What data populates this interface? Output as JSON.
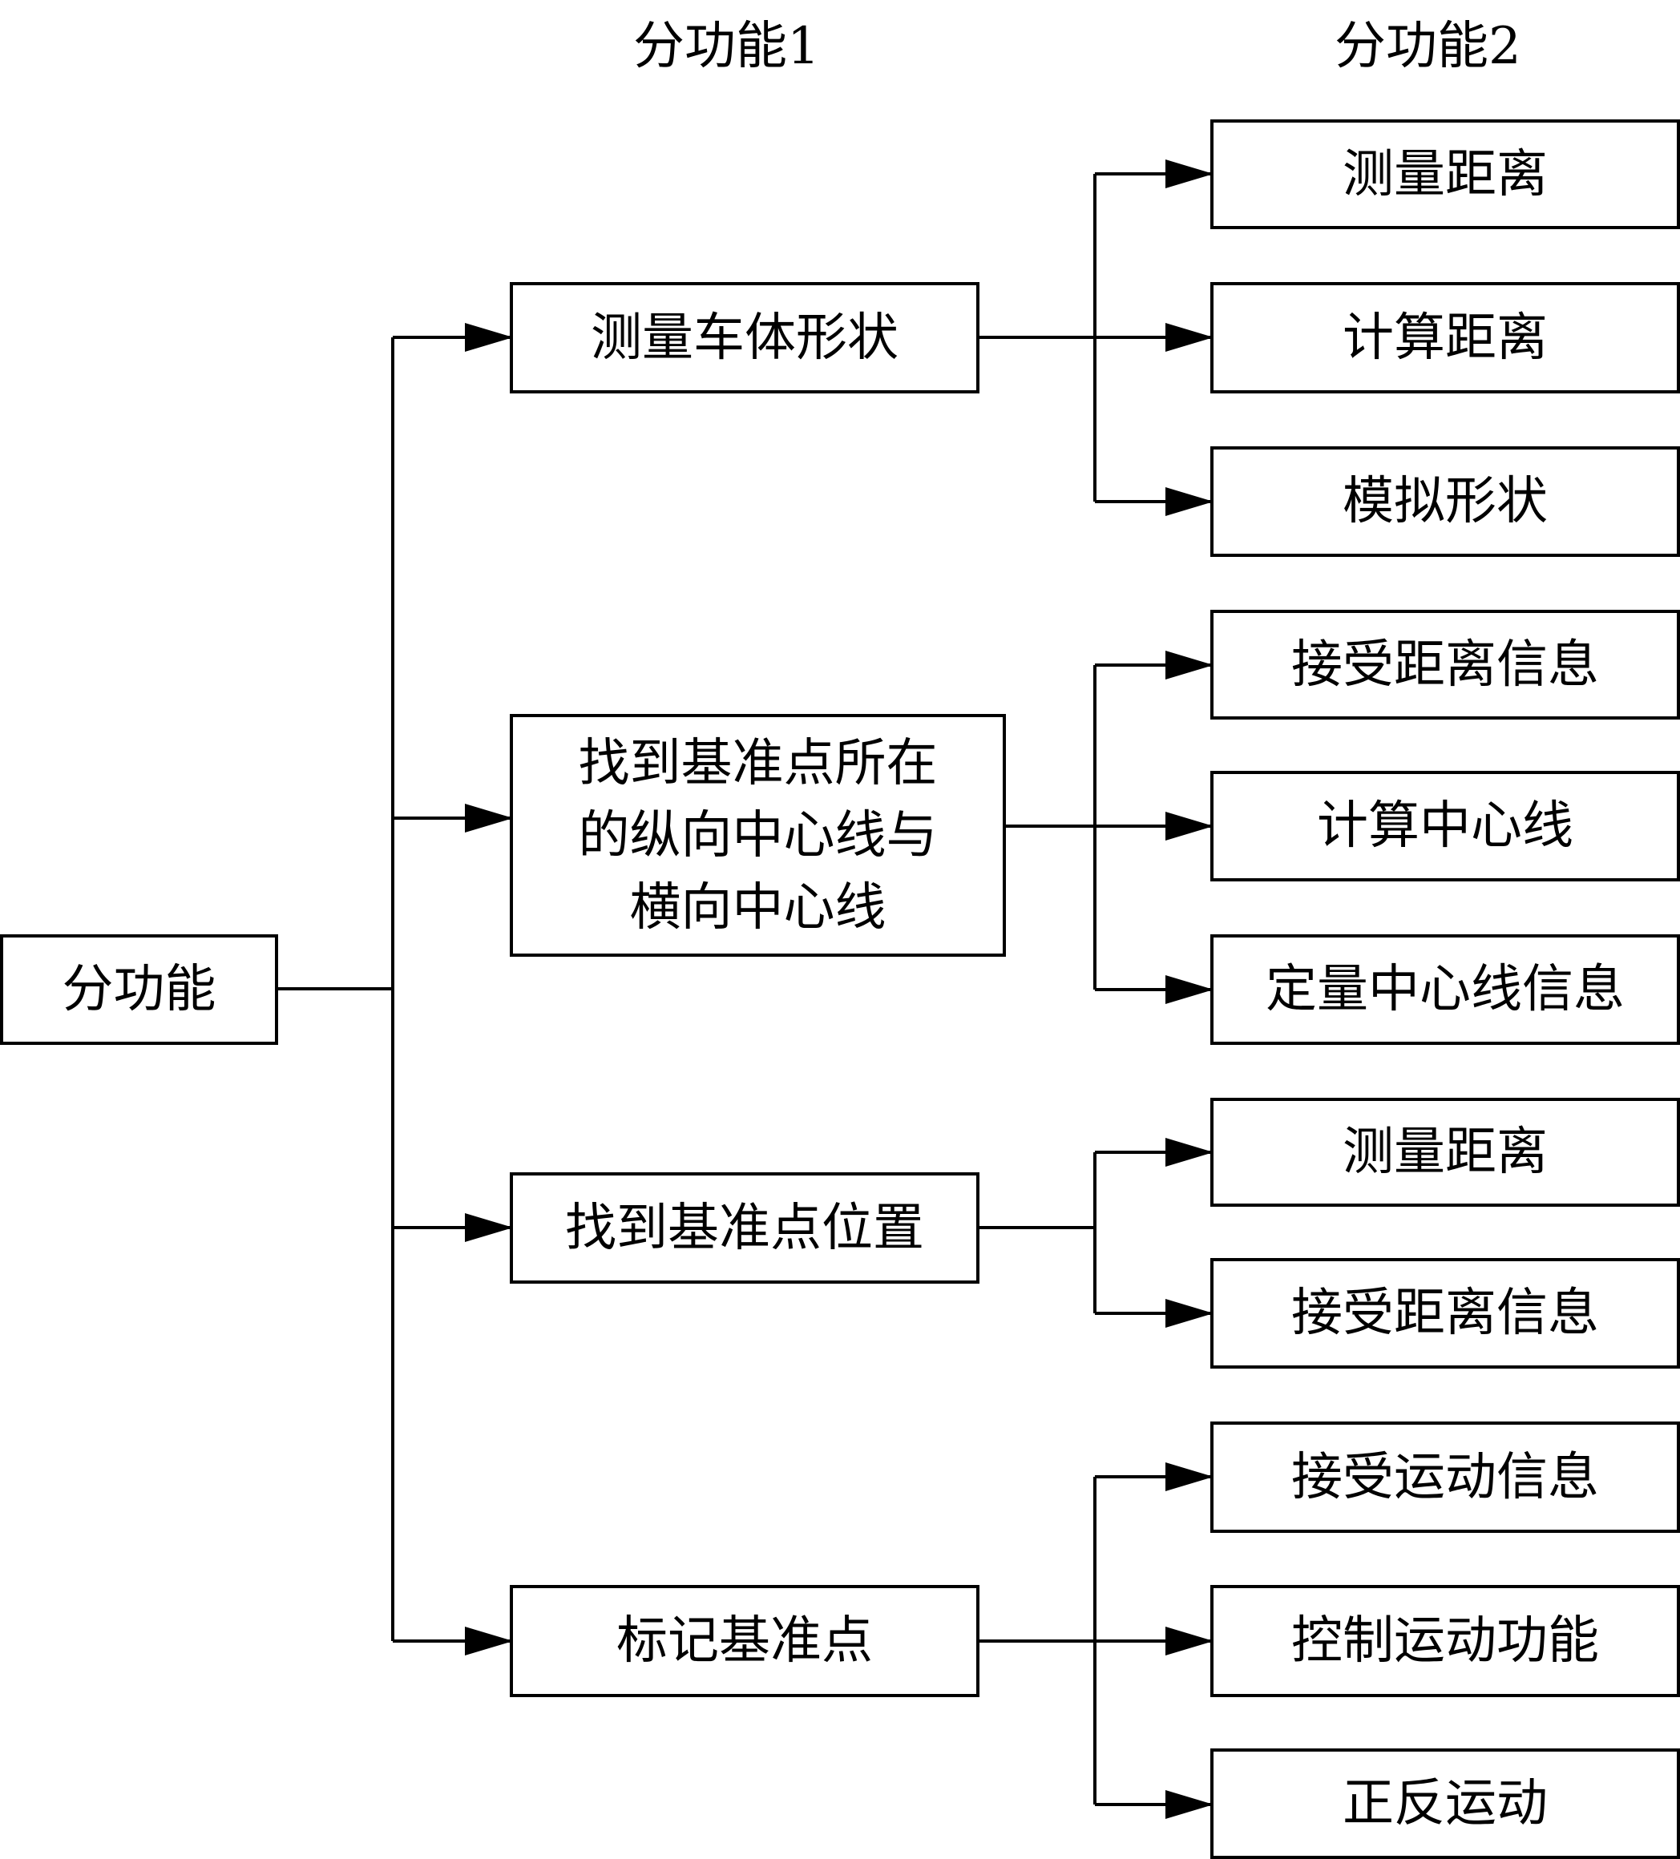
{
  "headers": {
    "level1": "分功能1",
    "level2": "分功能2"
  },
  "root": {
    "label": "分功能"
  },
  "level1": [
    {
      "label": "测量车体形状"
    },
    {
      "lines": [
        "找到基准点所在",
        "的纵向中心线与",
        "横向中心线"
      ]
    },
    {
      "label": "找到基准点位置"
    },
    {
      "label": "标记基准点"
    }
  ],
  "level2": [
    {
      "label": "测量距离"
    },
    {
      "label": "计算距离"
    },
    {
      "label": "模拟形状"
    },
    {
      "label": "接受距离信息"
    },
    {
      "label": "计算中心线"
    },
    {
      "label": "定量中心线信息"
    },
    {
      "label": "测量距离"
    },
    {
      "label": "接受距离信息"
    },
    {
      "label": "接受运动信息"
    },
    {
      "label": "控制运动功能"
    },
    {
      "label": "正反运动"
    }
  ],
  "colors": {
    "line": "#000000",
    "box_border": "#000000",
    "background": "#ffffff"
  }
}
